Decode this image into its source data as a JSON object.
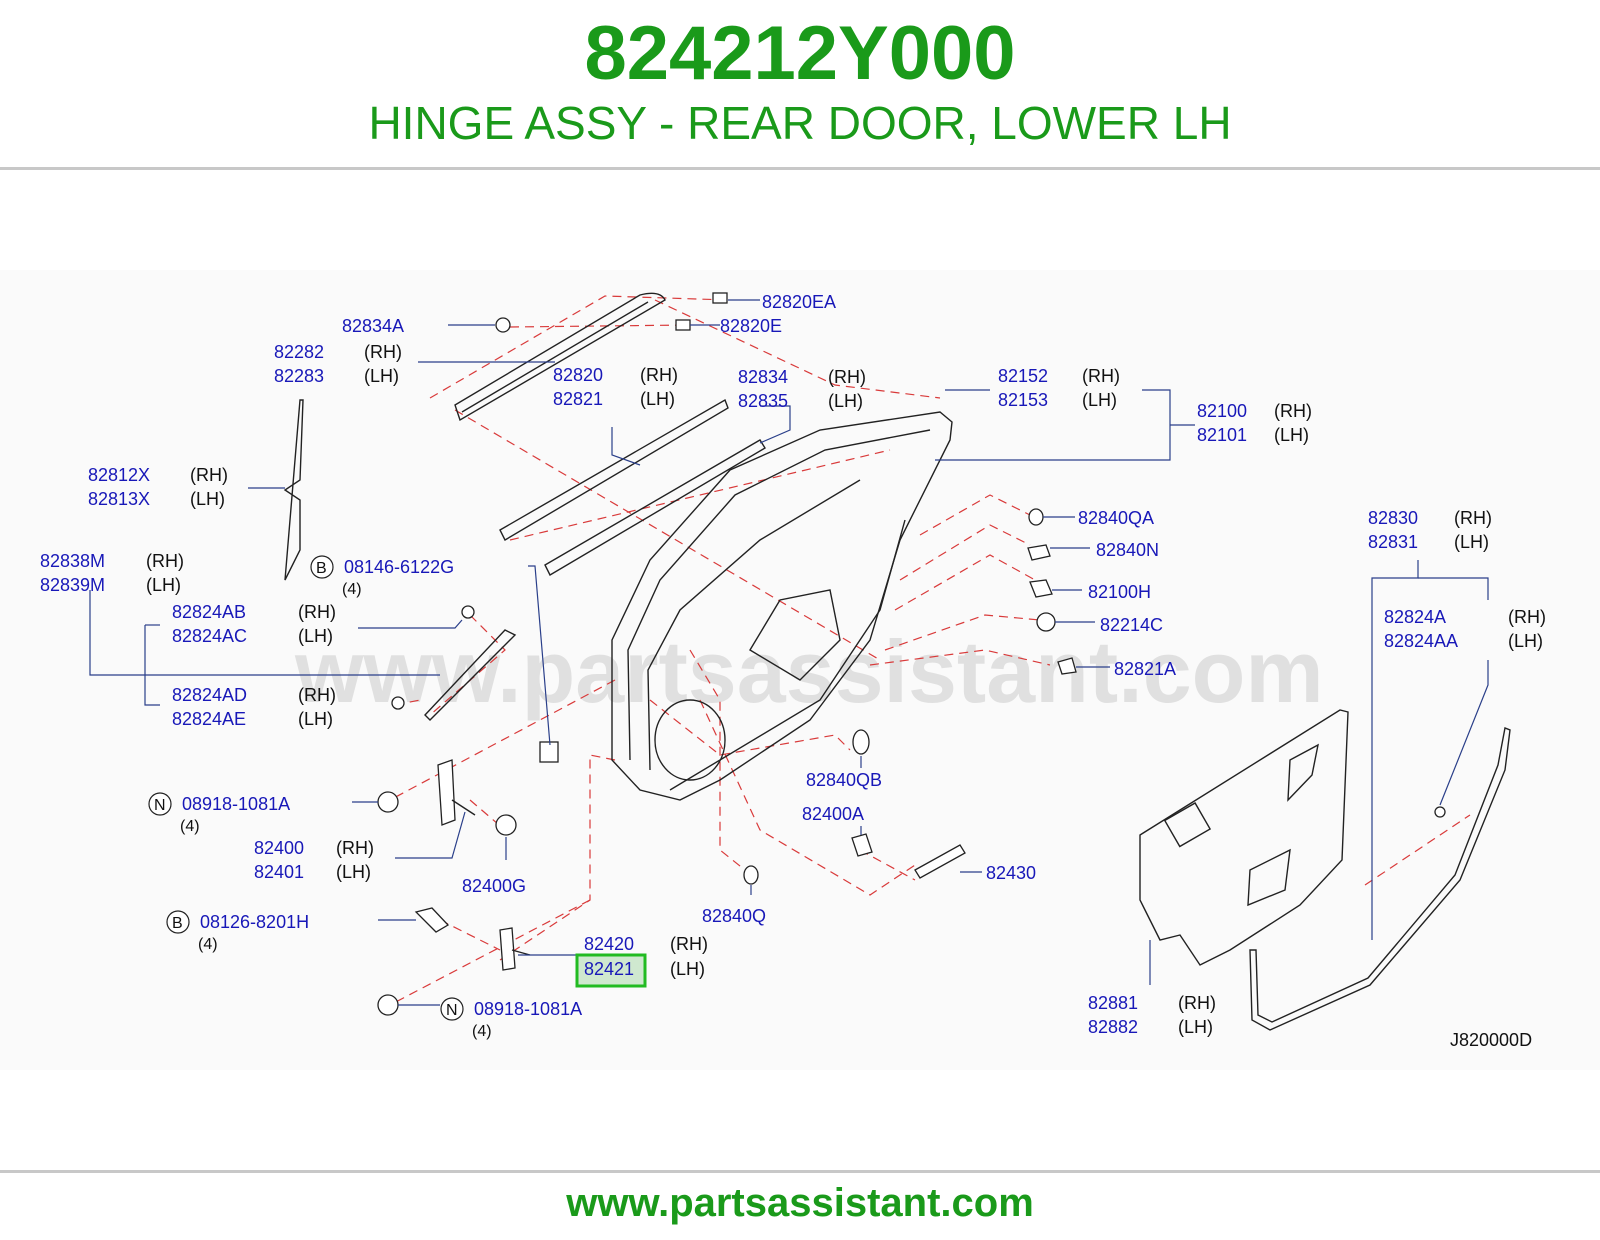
{
  "header": {
    "part_number": "824212Y000",
    "description": "HINGE ASSY - REAR DOOR, LOWER LH"
  },
  "watermark": "www.partsassistant.com",
  "footer": {
    "url": "www.partsassistant.com"
  },
  "diagram": {
    "code": "J820000D",
    "labels": {
      "l82834A": "82834A",
      "l82820EA": "82820EA",
      "l82820E": "82820E",
      "l82282": "82282",
      "l82283": "82283",
      "l82820": "82820",
      "l82821": "82821",
      "l82834": "82834",
      "l82835": "82835",
      "l82152": "82152",
      "l82153": "82153",
      "l82100": "82100",
      "l82101": "82101",
      "l82812X": "82812X",
      "l82813X": "82813X",
      "l82838M": "82838M",
      "l82839M": "82839M",
      "l08146": "08146-6122G",
      "l82824AB": "82824AB",
      "l82824AC": "82824AC",
      "l82824AD": "82824AD",
      "l82824AE": "82824AE",
      "l82840QA": "82840QA",
      "l82840N": "82840N",
      "l82100H": "82100H",
      "l82214C": "82214C",
      "l82821A": "82821A",
      "l82830": "82830",
      "l82831": "82831",
      "l82824A": "82824A",
      "l82824AA": "82824AA",
      "l08918a": "08918-1081A",
      "l82400": "82400",
      "l82401": "82401",
      "l82400G": "82400G",
      "l82840QB": "82840QB",
      "l82400A": "82400A",
      "l82430": "82430",
      "l08126": "08126-8201H",
      "l82840Q": "82840Q",
      "l82420": "82420",
      "l82421": "82421",
      "l08918b": "08918-1081A",
      "l82881": "82881",
      "l82882": "82882"
    },
    "side": {
      "rh": "(RH)",
      "lh": "(LH)"
    },
    "qty": {
      "four": "(4)"
    },
    "badges": {
      "b": "B",
      "n": "N"
    },
    "highlight_color": "#22bb22",
    "label_color": "#1818b8",
    "leader_color": "#d93a3a"
  }
}
